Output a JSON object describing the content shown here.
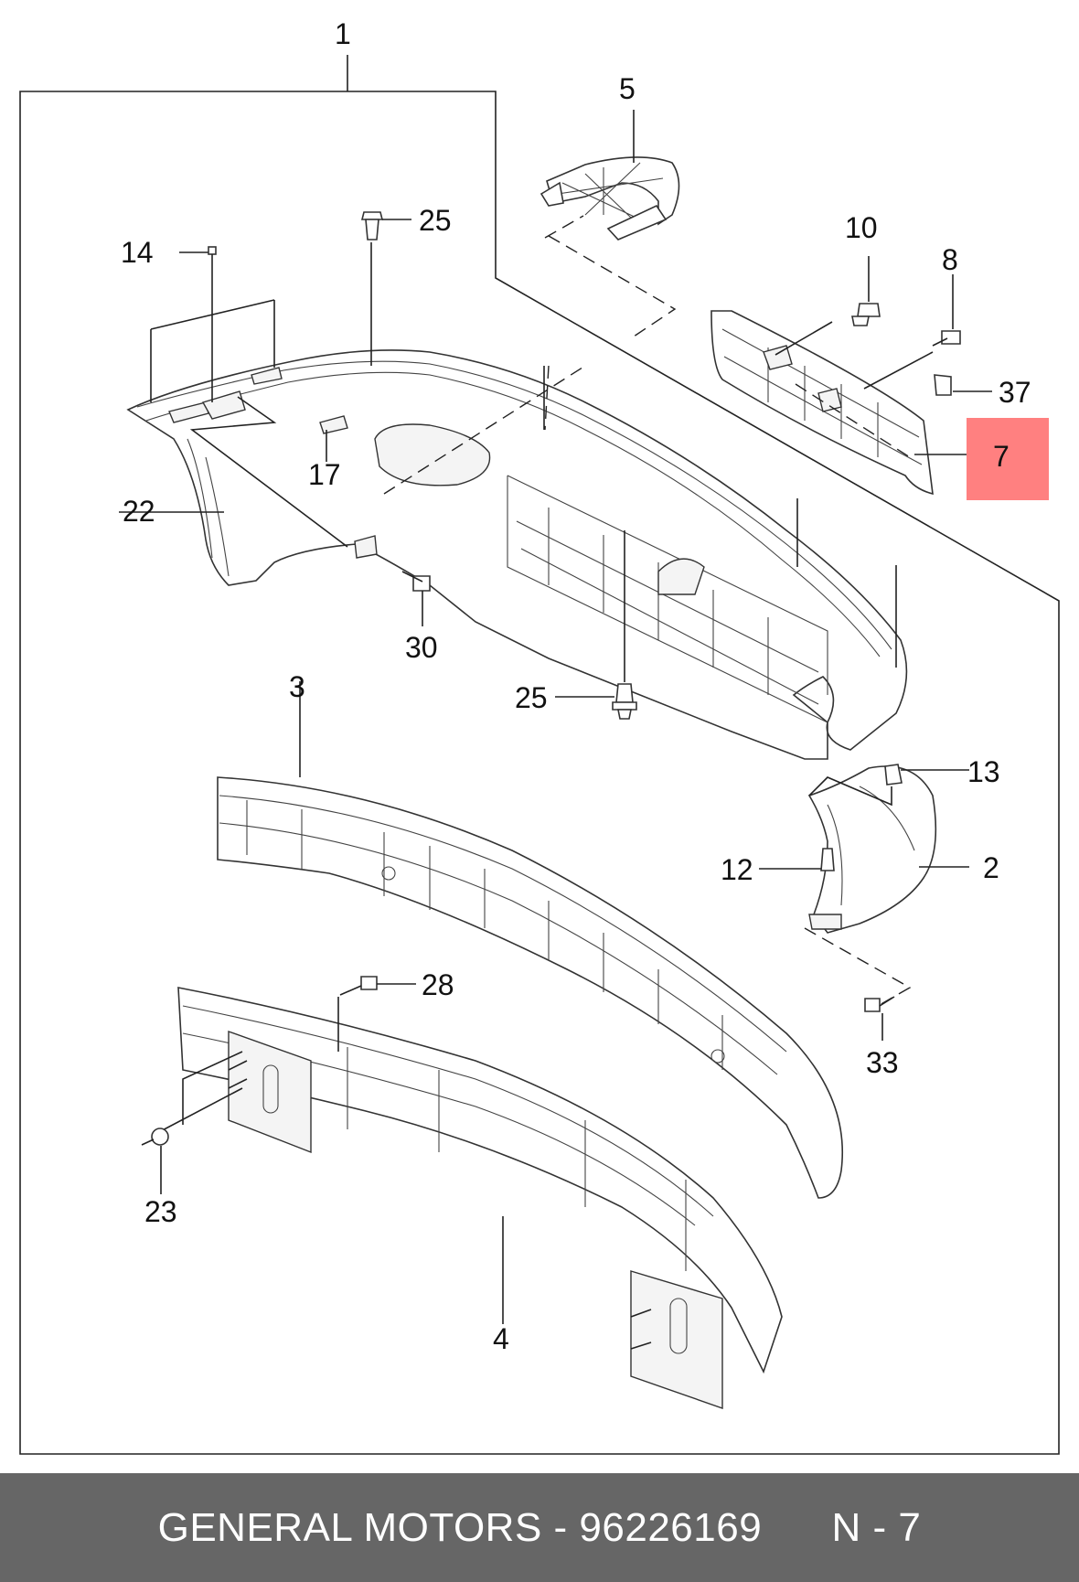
{
  "diagram": {
    "callouts": {
      "c1": "1",
      "c2": "2",
      "c3": "3",
      "c4": "4",
      "c5": "5",
      "c7": "7",
      "c8": "8",
      "c10": "10",
      "c12": "12",
      "c13": "13",
      "c14": "14",
      "c17": "17",
      "c22": "22",
      "c23": "23",
      "c25a": "25",
      "c25b": "25",
      "c28": "28",
      "c30": "30",
      "c33": "33",
      "c37": "37"
    },
    "highlighted_callout": "7",
    "highlight_color": "#ff8080"
  },
  "footer": {
    "brand": "GENERAL MOTORS",
    "separator": " - ",
    "part_number": "96226169",
    "page_ref": "N - 7",
    "background_color": "#666666"
  }
}
